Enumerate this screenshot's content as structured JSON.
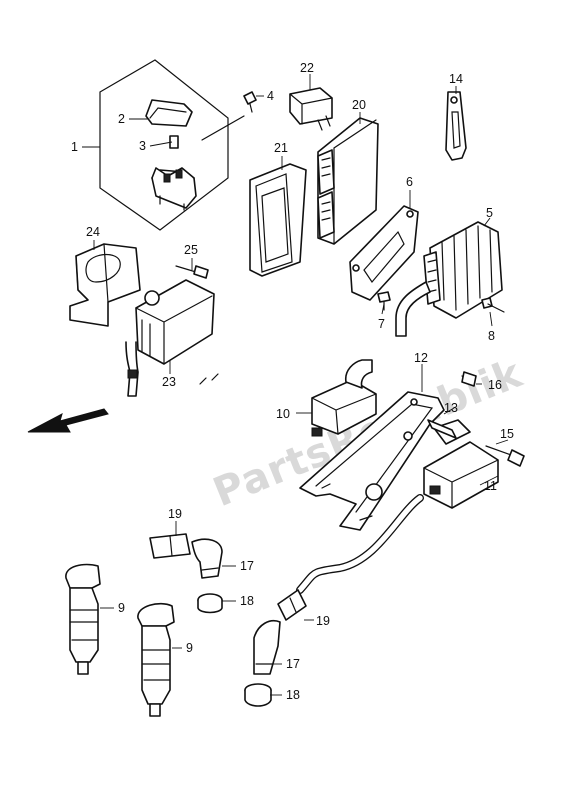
{
  "watermark": "PartsRepublik",
  "callouts": {
    "c1": "1",
    "c2": "2",
    "c3": "3",
    "c4": "4",
    "c5": "5",
    "c6": "6",
    "c7": "7",
    "c8": "8",
    "c9a": "9",
    "c9b": "9",
    "c10": "10",
    "c11": "11",
    "c12": "12",
    "c13": "13",
    "c14": "14",
    "c15": "15",
    "c16": "16",
    "c17a": "17",
    "c17b": "17",
    "c18a": "18",
    "c18b": "18",
    "c19a": "19",
    "c19b": "19",
    "c20": "20",
    "c21": "21",
    "c22": "22",
    "c23": "23",
    "c24": "24",
    "c25": "25"
  }
}
